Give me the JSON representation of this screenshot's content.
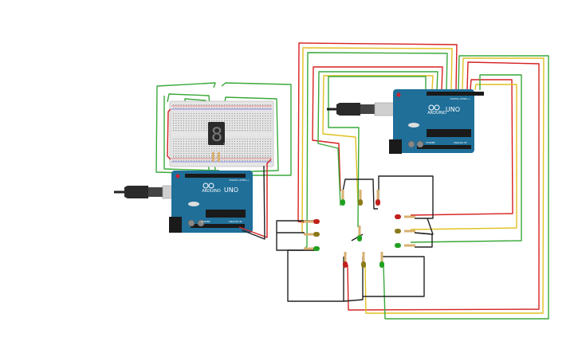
{
  "boards": [
    {
      "id": "arduino-1",
      "brand": "ARDUINO",
      "model": "UNO",
      "digital_label": "DIGITAL (PWM~)",
      "power_label": "POWER",
      "analog_label": "ANALOG IN"
    },
    {
      "id": "arduino-2",
      "brand": "ARDUINO",
      "model": "UNO",
      "digital_label": "DIGITAL (PWM~)",
      "power_label": "POWER",
      "analog_label": "ANALOG IN"
    }
  ],
  "display": {
    "digit": "8"
  },
  "colors": {
    "wire_red": "#d62020",
    "wire_green": "#3aa83a",
    "wire_yellow": "#e0c020",
    "wire_black": "#222222",
    "board": "#1f6f99",
    "led_red": "#c0201c",
    "led_yellow": "#8a7a1a",
    "led_green": "#20a020"
  }
}
